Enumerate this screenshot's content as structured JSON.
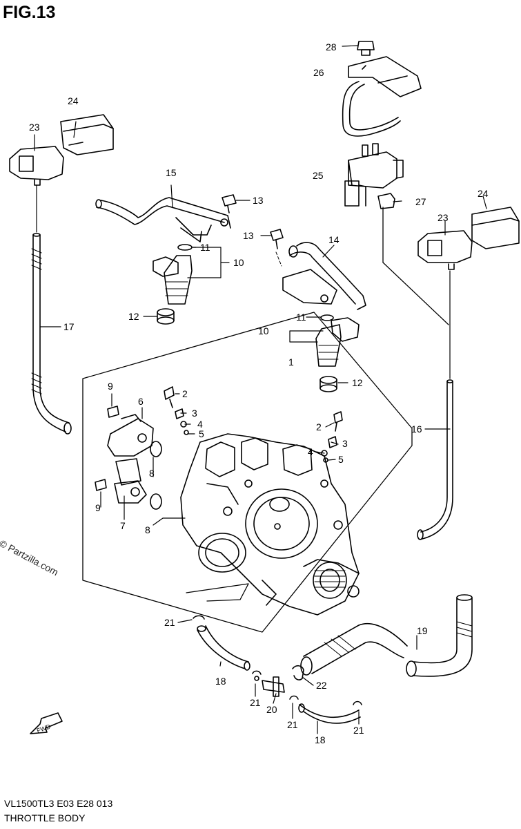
{
  "figure": {
    "title": "FIG.13",
    "footer_code": "VL1500TL3  E03  E28  013",
    "footer_name": "THROTTLE BODY",
    "watermark": "© Partzilla.com",
    "fwd_label": "FWD"
  },
  "callouts": {
    "c1": "1",
    "c2a": "2",
    "c2b": "2",
    "c3a": "3",
    "c3b": "3",
    "c4a": "4",
    "c4b": "4",
    "c5a": "5",
    "c5b": "5",
    "c6": "6",
    "c7": "7",
    "c8a": "8",
    "c8b": "8",
    "c9a": "9",
    "c9b": "9",
    "c10a": "10",
    "c10b": "10",
    "c11a": "11",
    "c11b": "11",
    "c12a": "12",
    "c12b": "12",
    "c13a": "13",
    "c13b": "13",
    "c14": "14",
    "c15": "15",
    "c16": "16",
    "c17": "17",
    "c18a": "18",
    "c18b": "18",
    "c19": "19",
    "c20": "20",
    "c21a": "21",
    "c21b": "21",
    "c21c": "21",
    "c21d": "21",
    "c22": "22",
    "c23a": "23",
    "c23b": "23",
    "c24a": "24",
    "c24b": "24",
    "c25": "25",
    "c26": "26",
    "c27": "27",
    "c28": "28"
  }
}
